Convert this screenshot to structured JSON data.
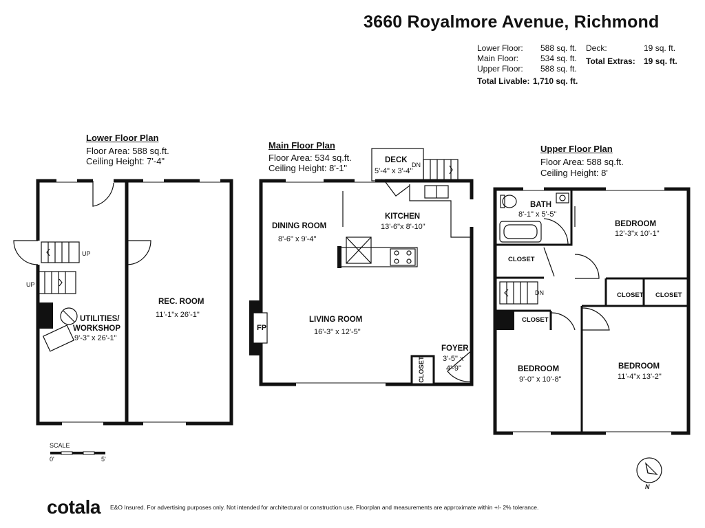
{
  "title": "3660 Royalmore Avenue, Richmond",
  "summary": {
    "lower_label": "Lower Floor:",
    "lower_value": "588",
    "lower_unit": "sq. ft.",
    "main_label": "Main Floor:",
    "main_value": "534",
    "main_unit": "sq. ft.",
    "upper_label": "Upper Floor:",
    "upper_value": "588",
    "upper_unit": "sq. ft.",
    "total_label": "Total Livable:",
    "total_value": "1,710",
    "total_unit": "sq. ft.",
    "deck_label": "Deck:",
    "deck_value": "19",
    "deck_unit": "sq. ft.",
    "extras_label": "Total Extras:",
    "extras_value": "19",
    "extras_unit": "sq. ft."
  },
  "lower": {
    "heading": "Lower Floor Plan",
    "area": "Floor Area: 588 sq.ft.",
    "ceiling": "Ceiling Height: 7'-4\"",
    "rec_room": "REC. ROOM",
    "rec_dim": "11'-1\"x 26'-1\"",
    "util_1": "UTILITIES/",
    "util_2": "WORKSHOP",
    "util_dim": "9'-3\" x 26'-1\"",
    "up1": "UP",
    "up2": "UP"
  },
  "main": {
    "heading": "Main Floor Plan",
    "area": "Floor Area: 534 sq.ft.",
    "ceiling": "Ceiling Height: 8'-1\"",
    "deck": "DECK",
    "deck_dim": "5'-4\" x 3'-4\"",
    "dn": "DN",
    "kitchen": "KITCHEN",
    "kitchen_dim": "13'-6\"x 8'-10\"",
    "dining": "DINING ROOM",
    "dining_dim": "8'-6\" x 9'-4\"",
    "living": "LIVING ROOM",
    "living_dim": "16'-3\" x 12'-5\"",
    "fp": "FP",
    "foyer": "FOYER",
    "foyer_dim1": "3'-5\" x",
    "foyer_dim2": "4'-9\"",
    "closet": "CLOSET"
  },
  "upper": {
    "heading": "Upper Floor Plan",
    "area": "Floor Area: 588 sq.ft.",
    "ceiling": "Ceiling Height: 8'",
    "bath": "BATH",
    "bath_dim": "8'-1\" x 5'-5\"",
    "bed1": "BEDROOM",
    "bed1_dim": "12'-3\"x 10'-1\"",
    "bed2": "BEDROOM",
    "bed2_dim": "9'-0\" x 10'-8\"",
    "bed3": "BEDROOM",
    "bed3_dim": "11'-4\"x 13'-2\"",
    "closet1": "CLOSET",
    "closet2": "CLOSET",
    "closet3": "CLOSET",
    "closet4": "CLOSET",
    "dn": "DN"
  },
  "scale": {
    "label": "SCALE",
    "start": "0'",
    "end": "5'"
  },
  "compass": {
    "label": "N"
  },
  "brand": "cotala",
  "disclaimer": "E&O Insured. For advertising purposes only. Not intended for architectural or construction use. Floorplan and measurements are approximate within +/- 2% tolerance."
}
